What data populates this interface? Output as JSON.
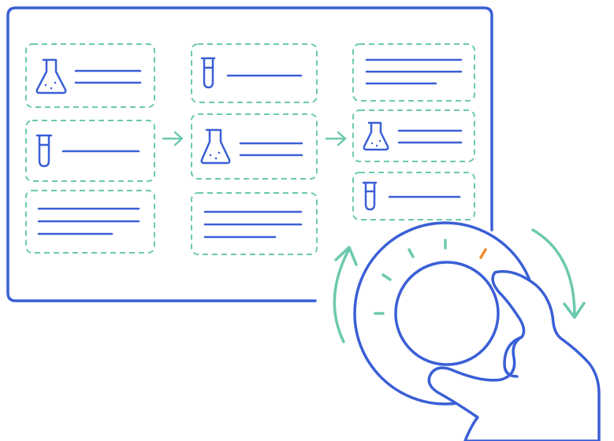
{
  "colors": {
    "blue": "#3a5fd6",
    "teal": "#6cc9ae",
    "orange": "#f28a2e",
    "background": "#ffffff"
  },
  "icons": [
    "flask-icon",
    "test-tube-icon",
    "arrow-right-icon",
    "rotate-arrow-icon",
    "hand-icon"
  ],
  "dial": {
    "indicator": "orange-tick"
  },
  "columns": [
    {
      "cards": [
        {
          "icon": "flask-icon",
          "text_lines": 2
        },
        {
          "icon": "test-tube-icon",
          "text_lines": 1
        },
        {
          "icon": "none",
          "text_lines": 3
        }
      ]
    },
    {
      "cards": [
        {
          "icon": "test-tube-icon",
          "text_lines": 1
        },
        {
          "icon": "flask-icon",
          "text_lines": 2
        },
        {
          "icon": "none",
          "text_lines": 3
        }
      ]
    },
    {
      "cards": [
        {
          "icon": "none",
          "text_lines": 3
        },
        {
          "icon": "flask-icon",
          "text_lines": 2
        },
        {
          "icon": "test-tube-icon",
          "text_lines": 1
        }
      ]
    }
  ]
}
